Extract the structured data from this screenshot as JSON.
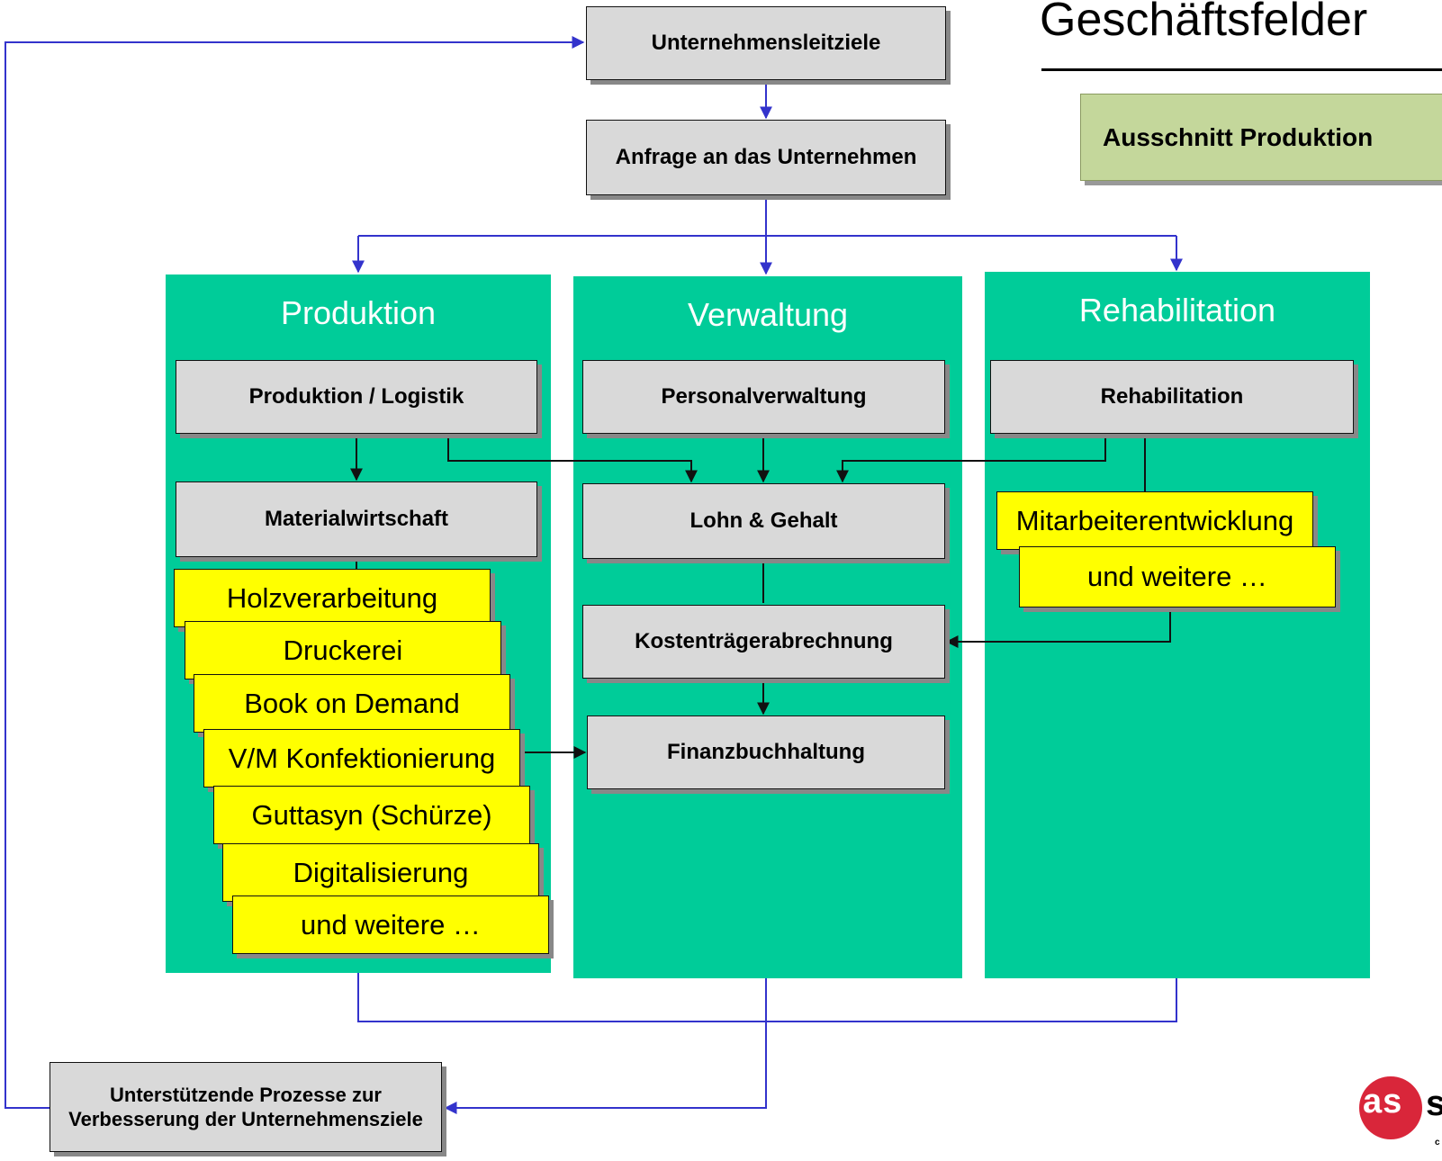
{
  "header": {
    "title": "Geschäftsfelder",
    "badge": "Ausschnitt Produktion"
  },
  "top": {
    "leitziele": "Unternehmensleitziele",
    "anfrage": "Anfrage an das Unternehmen"
  },
  "columns": {
    "produktion": {
      "title": "Produktion",
      "box1": "Produktion / Logistik",
      "box2": "Materialwirtschaft",
      "items": [
        "Holzverarbeitung",
        "Druckerei",
        "Book on Demand",
        "V/M Konfektionierung",
        "Guttasyn (Schürze)",
        "Digitalisierung",
        "und weitere …"
      ]
    },
    "verwaltung": {
      "title": "Verwaltung",
      "box1": "Personalverwaltung",
      "box2": "Lohn & Gehalt",
      "box3": "Kostenträgerabrechnung",
      "box4": "Finanzbuchhaltung"
    },
    "rehabilitation": {
      "title": "Rehabilitation",
      "box1": "Rehabilitation",
      "items": [
        "Mitarbeiterentwicklung",
        "und weitere …"
      ]
    }
  },
  "bottom": {
    "support": "Unterstützende Prozesse zur Verbesserung der Unternehmensziele"
  },
  "logo": {
    "mark": "as",
    "tail": "s",
    "sub": "c"
  },
  "colors": {
    "column": "#00cc99",
    "box": "#d9d9d9",
    "item": "#ffff00",
    "badge": "#c4d79b",
    "connector_blue": "#3333cc",
    "logo": "#d9263a"
  }
}
